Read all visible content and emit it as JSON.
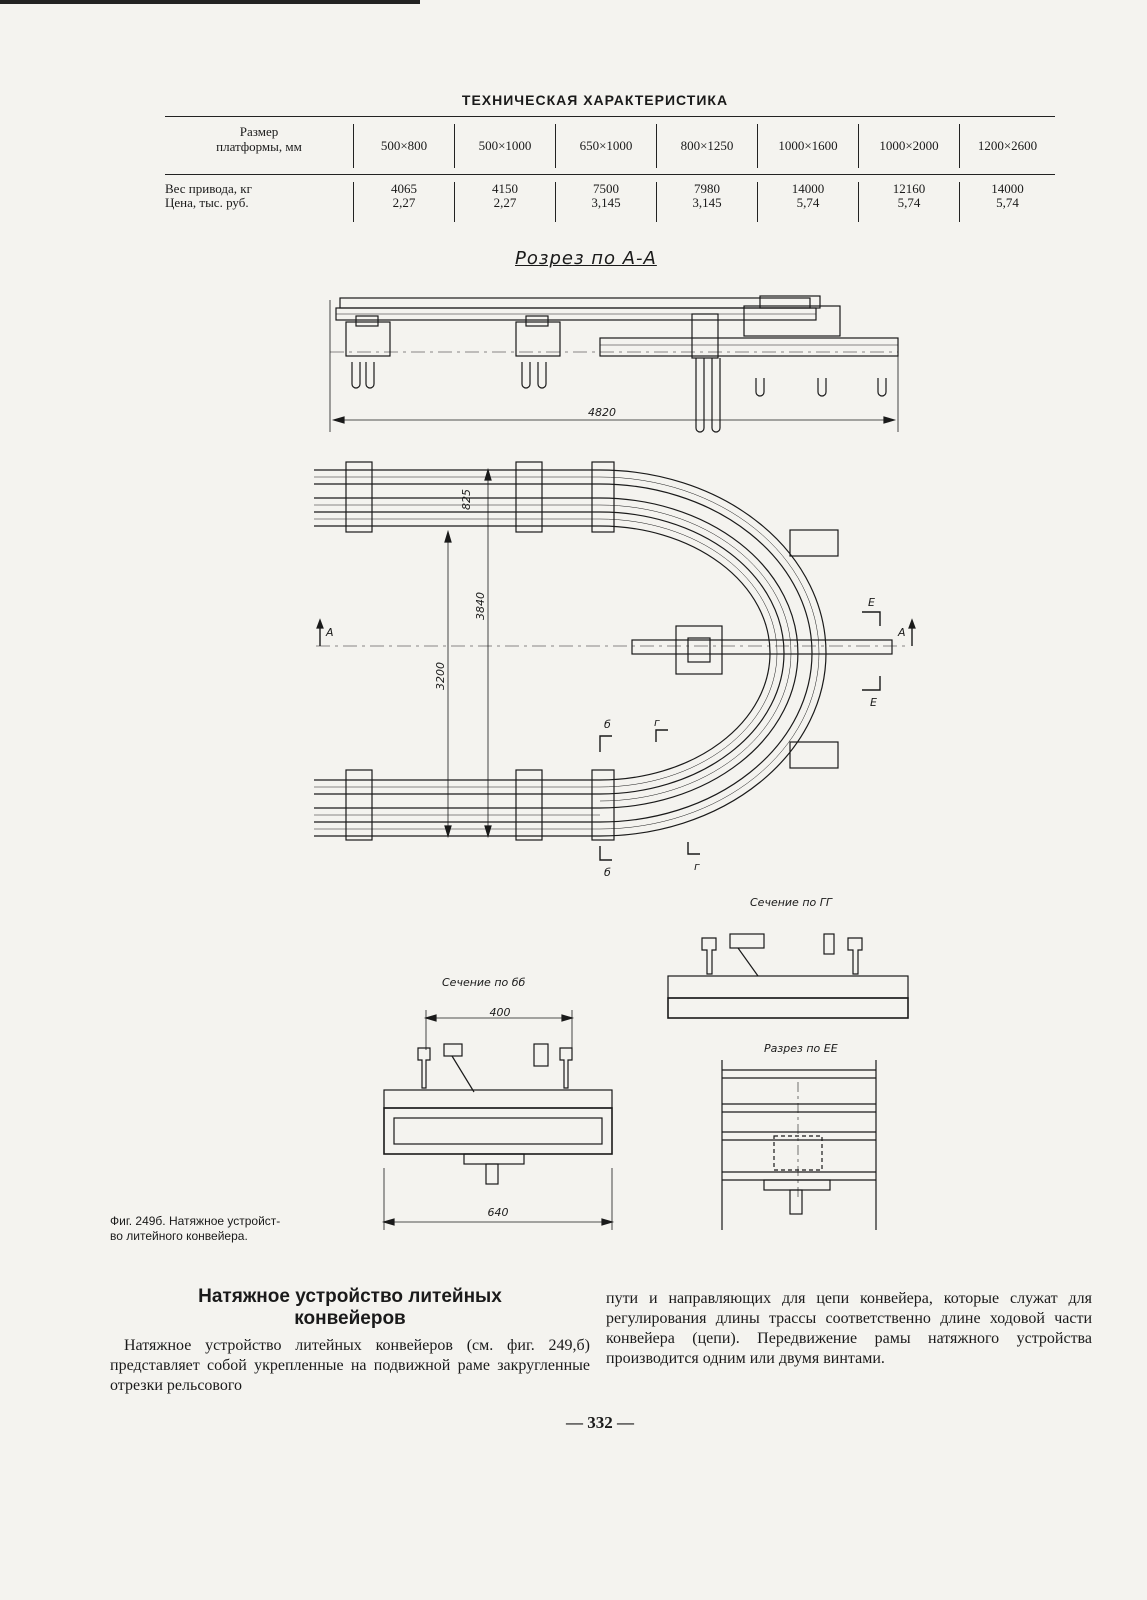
{
  "spec": {
    "title": "ТЕХНИЧЕСКАЯ ХАРАКТЕРИСТИКА",
    "header_label_line1": "Размер",
    "header_label_line2": "платформы, мм",
    "sizes": [
      "500×800",
      "500×1000",
      "650×1000",
      "800×1250",
      "1000×1600",
      "1000×2000",
      "1200×2600"
    ],
    "row_weight_label": "Вес привода, кг",
    "row_price_label": "Цена, тыс. руб.",
    "weights": [
      "4065",
      "4150",
      "7500",
      "7980",
      "14000",
      "12160",
      "14000"
    ],
    "prices": [
      "2,27",
      "2,27",
      "3,145",
      "3,145",
      "5,74",
      "5,74",
      "5,74"
    ]
  },
  "drawing": {
    "section_aa_title": "Розрез по А-А",
    "dim_4820": "4820",
    "dim_3840": "3840",
    "dim_3200": "3200",
    "dim_825": "825",
    "mark_a": "А",
    "mark_e": "Е",
    "mark_b": "б",
    "mark_g": "г",
    "section_bb_title": "Сечение по бб",
    "dim_400": "400",
    "dim_640": "640",
    "section_gg_title": "Сечение по ГГ",
    "section_ee_title": "Разрез по ЕЕ"
  },
  "figure": {
    "caption_line1": "Фиг. 249б. Натяжное устройст-",
    "caption_line2": "во литейного конвейера."
  },
  "article": {
    "heading_line1": "Натяжное устройство литейных",
    "heading_line2": "конвейеров",
    "paragraph_left": "Натяжное устройство литейных конвейеров (см. фиг. 249,б) представляет собой укрепленные на подвижной раме закругленные отрезки рельсового",
    "paragraph_right": "пути и направляющих для цепи конвейера, которые служат для регулирования длины трассы соответственно длине ходовой части конвейера (цепи). Передвижение рамы натяжного устройства производится одним или двумя винтами."
  },
  "page": {
    "number": "— 332 —"
  }
}
